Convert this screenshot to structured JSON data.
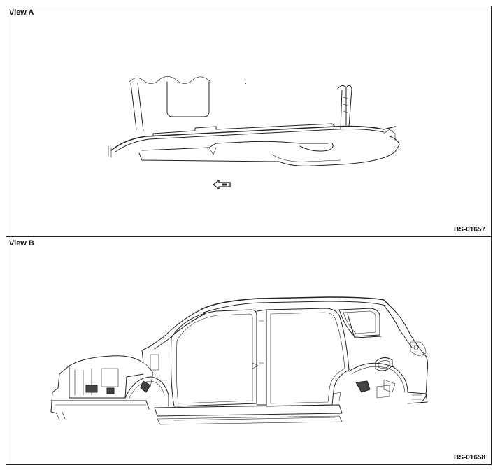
{
  "panels": {
    "view_a": {
      "label": "View A",
      "code": "BS-01657"
    },
    "view_b": {
      "label": "View B",
      "code": "BS-01658"
    }
  },
  "icons": {
    "direction_arrow": "front-direction-arrow-icon"
  }
}
